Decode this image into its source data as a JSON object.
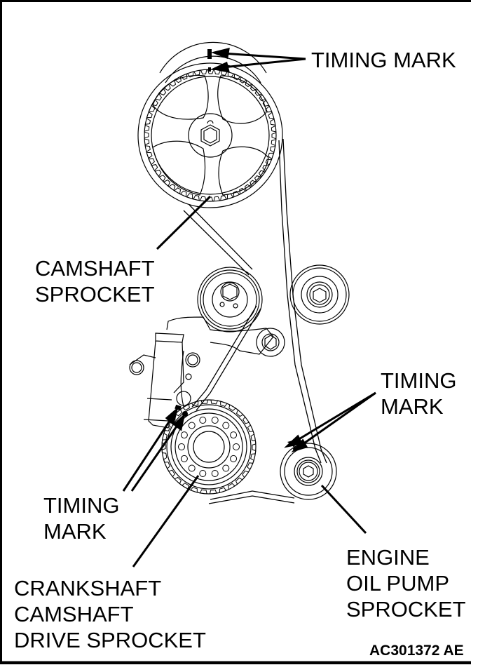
{
  "figure_code": "AC301372 AE",
  "labels": {
    "camshaft_timing_mark": "TIMING MARK",
    "camshaft_sprocket": [
      "CAMSHAFT",
      "SPROCKET"
    ],
    "oil_pump_timing_mark": [
      "TIMING",
      "MARK"
    ],
    "crank_timing_mark": [
      "TIMING",
      "MARK"
    ],
    "engine_oil_pump_sprocket": [
      "ENGINE",
      "OIL PUMP",
      "SPROCKET"
    ],
    "crankshaft_drive_sprocket": [
      "CRANKSHAFT",
      "CAMSHAFT",
      "DRIVE SPROCKET"
    ]
  },
  "components": [
    {
      "id": "camshaft-sprocket",
      "name": "Camshaft sprocket"
    },
    {
      "id": "tensioner-pulley",
      "name": "Tensioner pulley"
    },
    {
      "id": "idler-pulley",
      "name": "Idler pulley"
    },
    {
      "id": "small-idler",
      "name": "Small idler"
    },
    {
      "id": "auto-tensioner",
      "name": "Auto tensioner"
    },
    {
      "id": "crankshaft-sprocket",
      "name": "Crankshaft camshaft drive sprocket"
    },
    {
      "id": "oil-pump-sprocket",
      "name": "Engine oil pump sprocket"
    },
    {
      "id": "timing-belt",
      "name": "Timing belt"
    }
  ],
  "colors": {
    "ink": "#000000",
    "paper": "#ffffff"
  }
}
